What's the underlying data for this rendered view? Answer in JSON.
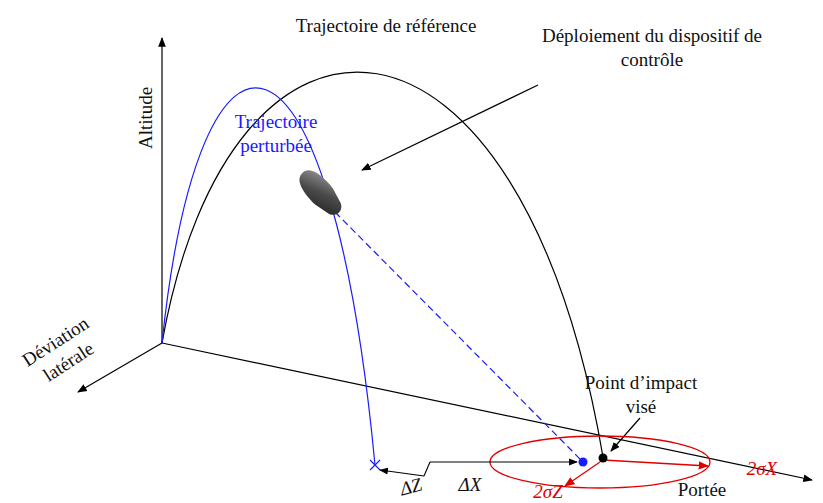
{
  "diagram": {
    "labels": [
      "Trajectoire de référence",
      "Déploiement du dispositif de contrôle",
      "Altitude",
      "Déviation latérale",
      "Trajectoire perturbée",
      "Point d’impact visé",
      "Portée",
      "ΔZ",
      "ΔX",
      "2σX",
      "2σZ"
    ]
  }
}
